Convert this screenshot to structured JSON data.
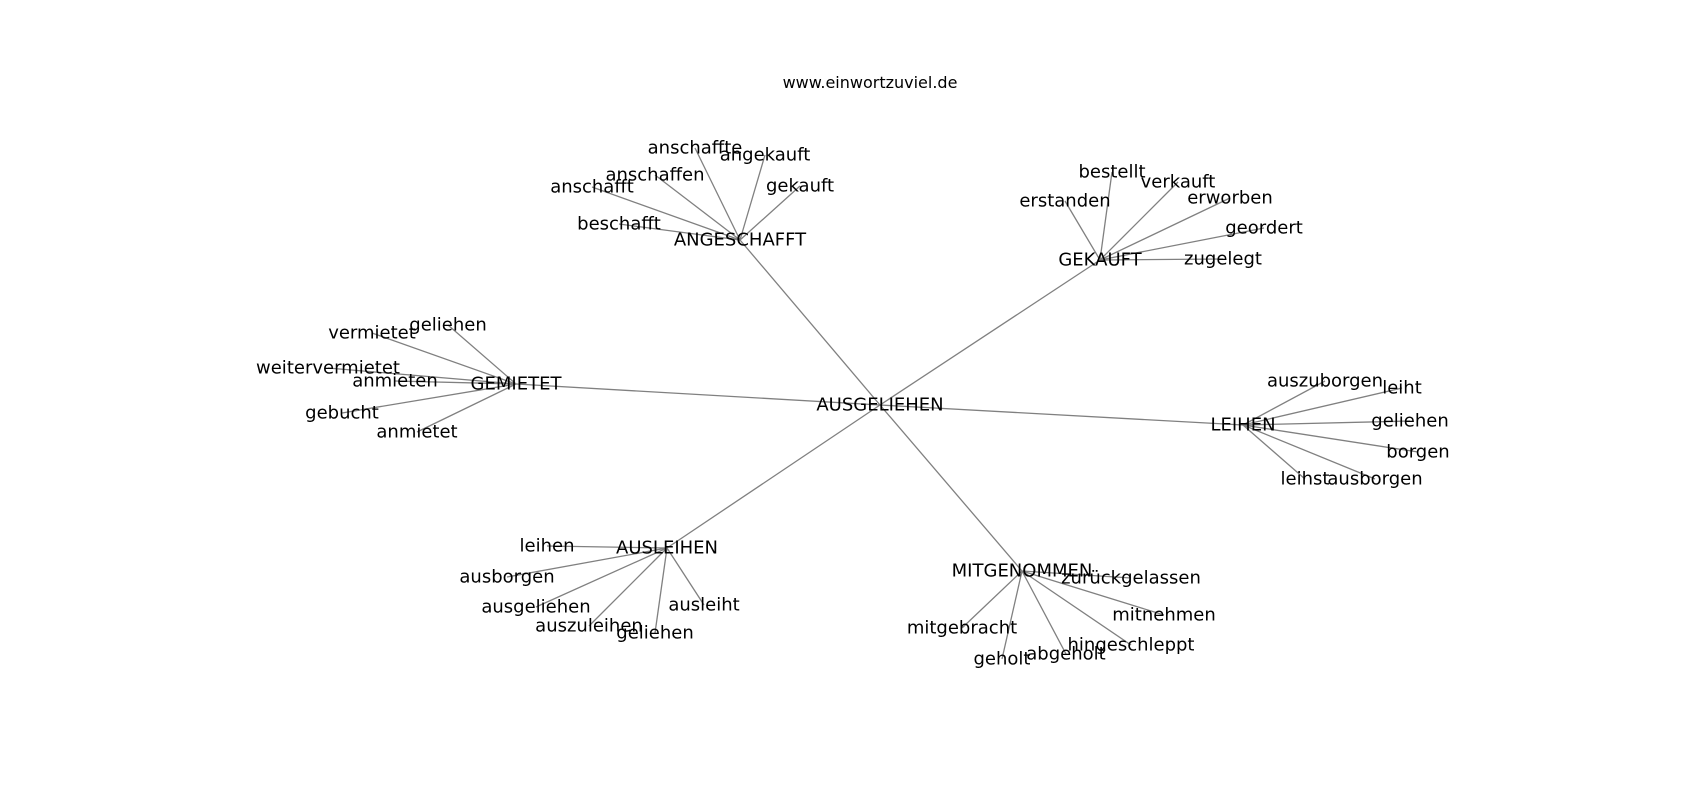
{
  "title": "www.einwortzuviel.de",
  "colors": {
    "edge": "#808080",
    "text": "#000000",
    "background": "#ffffff"
  },
  "graph": {
    "root": "AUSGELIEHEN",
    "clusters": [
      {
        "hub": "ANGESCHAFFT",
        "leaves": [
          "anschaffte",
          "angekauft",
          "anschaffen",
          "anschafft",
          "gekauft",
          "beschafft"
        ]
      },
      {
        "hub": "GEKAUFT",
        "leaves": [
          "bestellt",
          "verkauft",
          "erstanden",
          "erworben",
          "geordert",
          "zugelegt"
        ]
      },
      {
        "hub": "GEMIETET",
        "leaves": [
          "geliehen",
          "vermietet",
          "weitervermietet",
          "anmieten",
          "gebucht",
          "anmietet"
        ]
      },
      {
        "hub": "LEIHEN",
        "leaves": [
          "auszuborgen",
          "leiht",
          "geliehen",
          "borgen",
          "leihst",
          "ausborgen"
        ]
      },
      {
        "hub": "AUSLEIHEN",
        "leaves": [
          "leihen",
          "ausborgen",
          "ausgeliehen",
          "auszuleihen",
          "geliehen",
          "ausleiht"
        ]
      },
      {
        "hub": "MITGENOMMEN",
        "leaves": [
          "zurückgelassen",
          "mitnehmen",
          "mitgebracht",
          "hingeschleppt",
          "abgeholt",
          "geholt"
        ]
      }
    ]
  }
}
